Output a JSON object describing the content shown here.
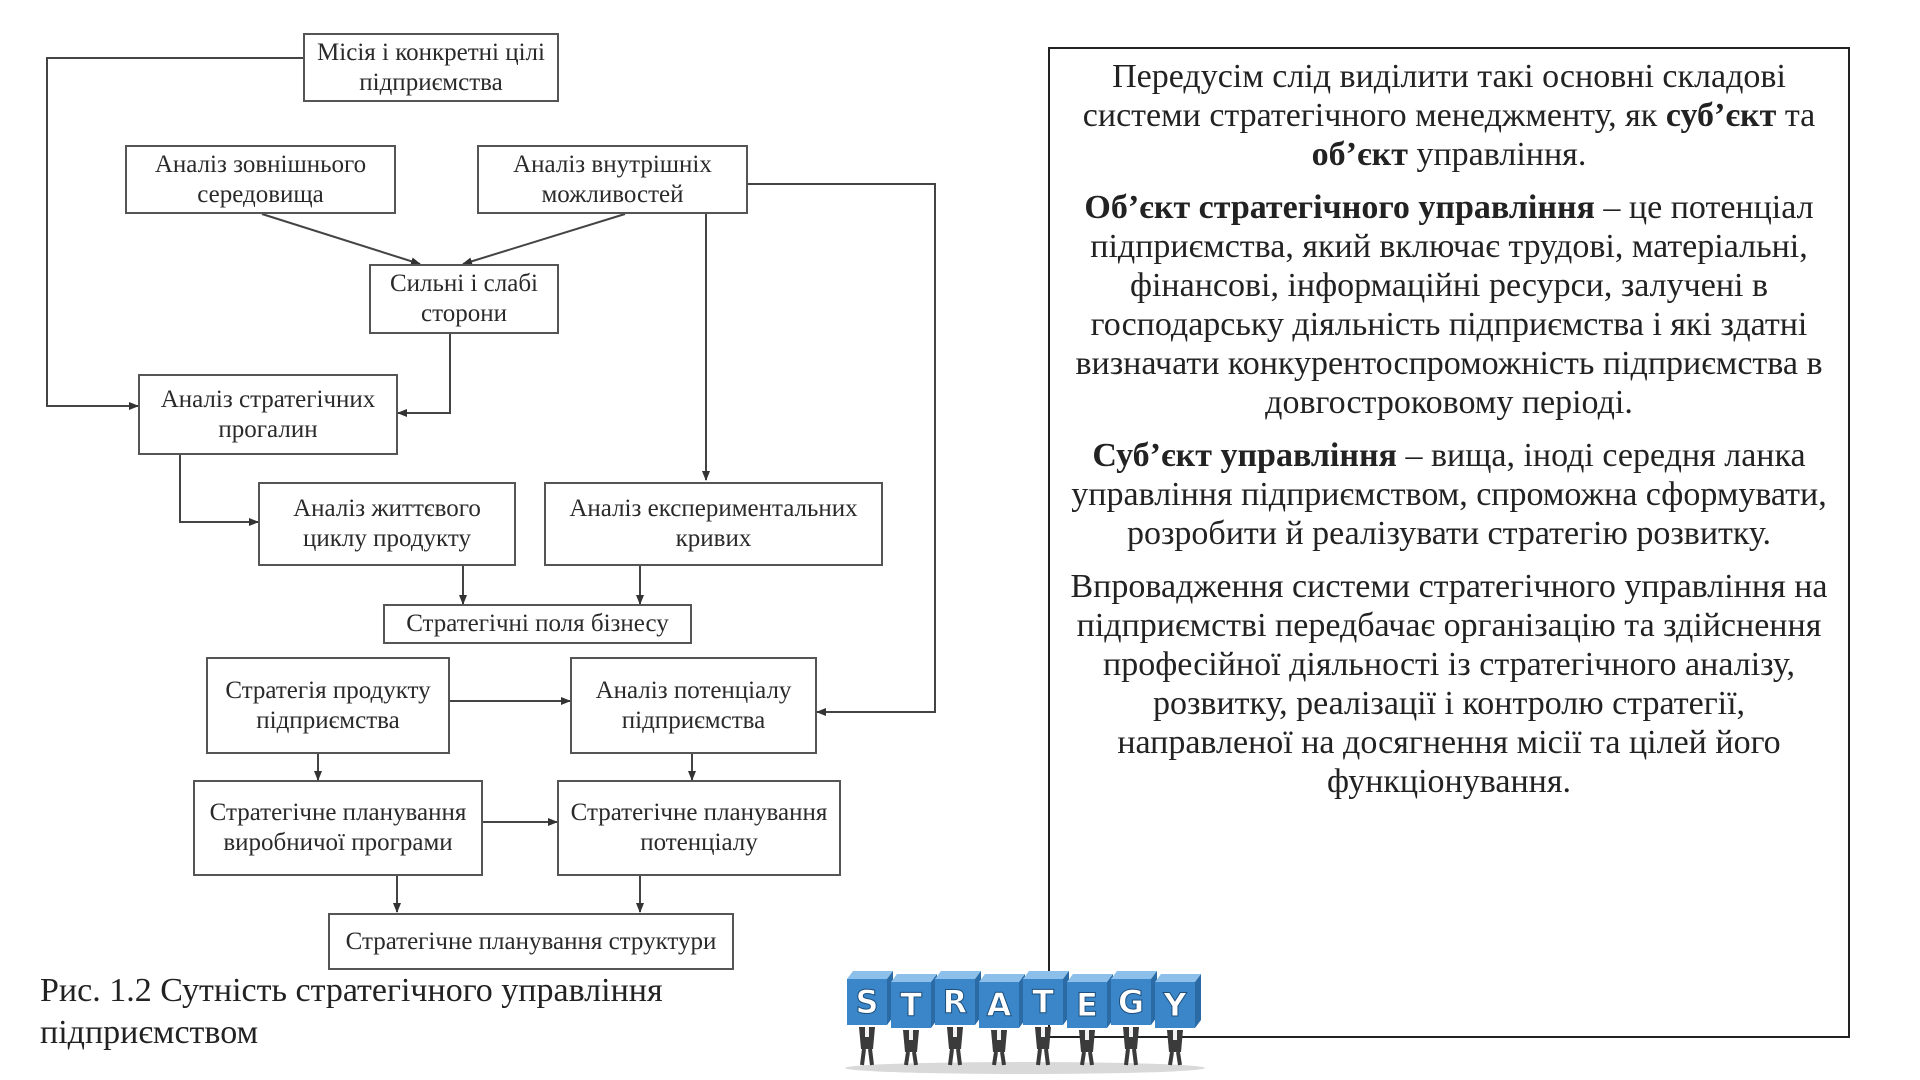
{
  "diagram": {
    "nodes": {
      "mission": "Місія і конкретні цілі\nпідприємства",
      "external": "Аналіз зовнішнього\nсередовища",
      "internal": "Аналіз внутрішніх\nможливостей",
      "swot": "Сильні і слабі\nсторони",
      "gaps": "Аналіз стратегічних\nпрогалин",
      "lifecycle": "Аналіз життєвого\nциклу продукту",
      "experience": "Аналіз експериментальних\nкривих",
      "fields": "Стратегічні поля бізнесу",
      "product_strategy": "Стратегія продукту\nпідприємства",
      "potential_analysis": "Аналіз потенціалу\nпідприємства",
      "production_planning": "Стратегічне планування\nвиробничої програми",
      "potential_planning": "Стратегічне планування\nпотенціалу",
      "structure_planning": "Стратегічне планування структури"
    },
    "caption": "Рис. 1.2 Сутність стратегічного управління підприємством"
  },
  "textbox": {
    "p1_a": "Передусім слід виділити такі основні складові системи стратегічного менеджменту, як ",
    "p1_b1": "суб’єкт",
    "p1_c": " та ",
    "p1_b2": "об’єкт",
    "p1_d": " управління.",
    "p2_b": "Об’єкт стратегічного управління",
    "p2_rest": " – це потенціал підприємства, який включає трудові, матеріальні, фінансові, інформаційні ресурси, залучені в господарську діяльність підприємства і які здатні визначати конкурентоспроможність підприємства в довгостроковому періоді.",
    "p3_b": "Суб’єкт управління",
    "p3_rest": " – вища, іноді середня ланка управління підприємством, спроможна сформувати, розробити й реалізувати стратегію розвитку.",
    "p4": "Впровадження системи стратегічного управління на підприємстві передбачає організацію та здійснення професійної діяльності із стратегічного аналізу, розвитку, реалізації і контролю стратегії, направленої на досягнення місії та цілей його функціонування."
  },
  "logo": {
    "letters": [
      "S",
      "T",
      "R",
      "A",
      "T",
      "E",
      "G",
      "Y"
    ],
    "icon": "strategy-people-holding-blocks",
    "block_color": "#3a86c8",
    "letter_color": "#ffffff"
  }
}
